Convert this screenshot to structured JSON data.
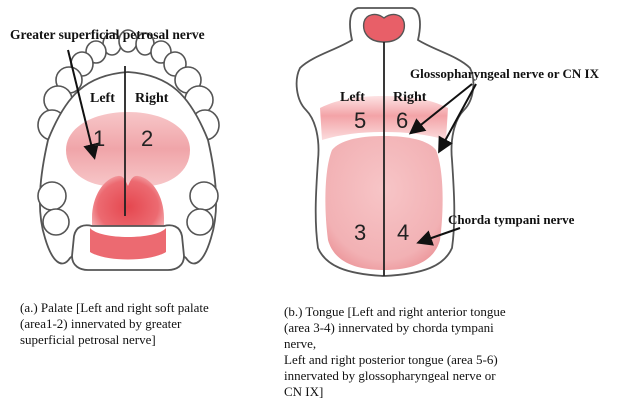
{
  "palate": {
    "nerve_label": "Greater superficial petrosal nerve",
    "side_left": "Left",
    "side_right": "Right",
    "area_left": "1",
    "area_right": "2",
    "caption_lines": [
      "(a.) Palate [Left and right soft palate",
      "(area1-2) innervated by greater",
      "superficial petrosal nerve]"
    ]
  },
  "tongue": {
    "glosso_label": "Glossopharyngeal nerve or CN IX",
    "chorda_label": "Chorda tympani nerve",
    "side_left": "Left",
    "side_right": "Right",
    "area_anterior_left": "3",
    "area_anterior_right": "4",
    "area_posterior_left": "5",
    "area_posterior_right": "6",
    "caption_lines": [
      "(b.) Tongue [Left and right anterior tongue",
      "(area 3-4) innervated by chorda tympani",
      "nerve,",
      "Left and right posterior tongue (area 5-6)",
      "innervated by glossopharyngeal nerve or",
      "CN IX]"
    ]
  },
  "colors": {
    "outline": "#555555",
    "pink_light": "#f3b5b8",
    "pink_strong": "#e85f68",
    "arrow": "#111111"
  }
}
